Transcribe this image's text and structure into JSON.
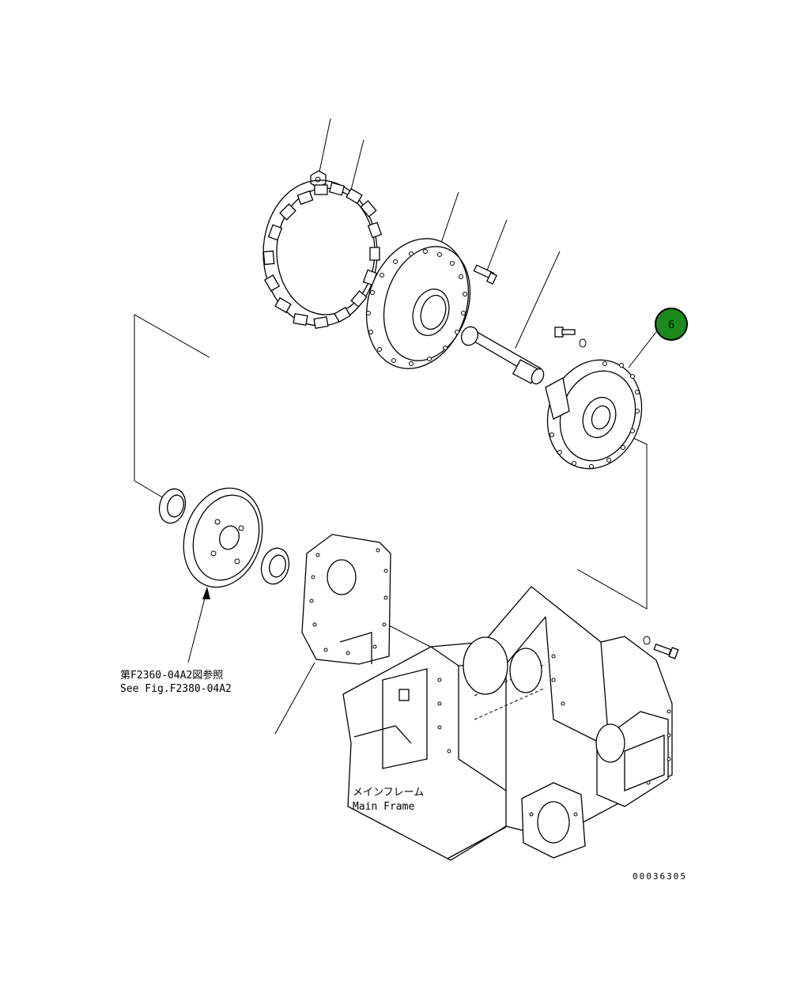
{
  "callout": {
    "number": "6",
    "fill_color": "#1a8a1a",
    "border_color": "#000000"
  },
  "labels": {
    "see_fig_jp": "第F2360-04A2図参照",
    "see_fig_en": "See Fig.F2380-04A2",
    "main_frame_jp": "メインフレーム",
    "main_frame_en": "Main Frame",
    "drawing_number": "00036305"
  }
}
